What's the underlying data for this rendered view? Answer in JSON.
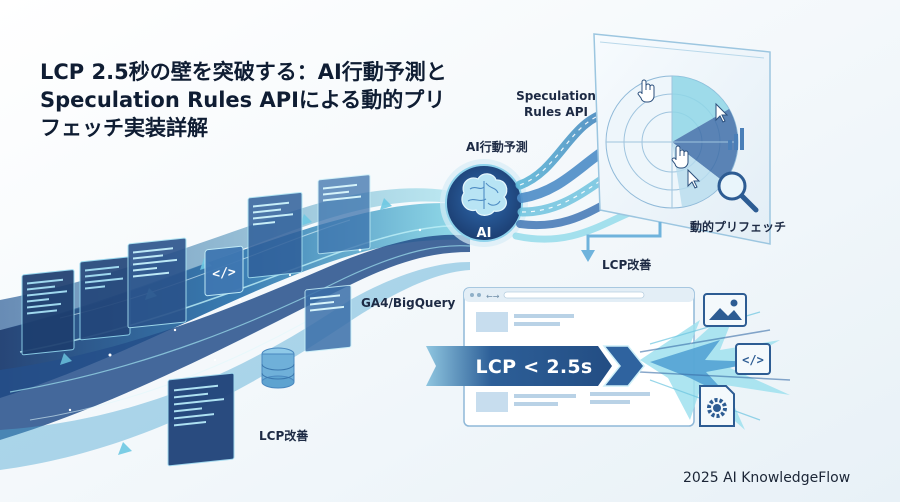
{
  "title": "LCP 2.5秒の壁を突破する：AI行動予測とSpeculation Rules APIによる動的プリフェッチ実装詳解",
  "labels": {
    "speculation_rules": "Speculation Rules API",
    "ai_prediction": "AI行動予測",
    "ai_badge": "AI",
    "dynamic_prefetch": "動的プリフェッチ",
    "lcp_improvement_right": "LCP改善",
    "ga4_bigquery": "GA4/BigQuery",
    "lcp_improvement_left": "LCP改善",
    "lcp_banner": "LCP < 2.5s"
  },
  "footer": "2025 AI KnowledgeFlow",
  "colors": {
    "background": "#f4f8fb",
    "stream_dark": "#1f3f73",
    "stream_mid": "#2f6fa8",
    "stream_light": "#7fd3e6",
    "accent_cyan": "#4fc3dc",
    "banner": "#2b5a91",
    "title_text": "#0f1d33"
  },
  "icons": [
    "brain-icon",
    "hand-cursor-icon",
    "magnifier-icon",
    "bar-chart-icon",
    "image-icon",
    "code-icon",
    "gear-icon",
    "database-icon",
    "chevron-icon"
  ]
}
